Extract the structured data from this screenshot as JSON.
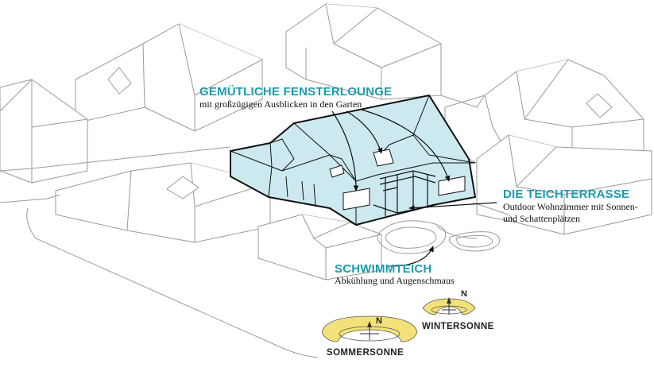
{
  "colors": {
    "accent_text": "#1d9bab",
    "house_fill": "#cce9ef",
    "sun_fill": "#f3e27a",
    "outline": "#111111",
    "neighbour_line": "#9a9a9a"
  },
  "callouts": {
    "lounge": {
      "title": "GEMÜTLICHE FENSTERLOUNGE",
      "text": "mit großzügigen Ausblicken in den Garten"
    },
    "terrace": {
      "title": "DIE TEICHTERRASSE",
      "text_line1": "Outdoor Wohnzimmer mit Sonnen-",
      "text_line2": "und Schattenplätzen"
    },
    "pond": {
      "title": "SCHWIMMTEICH",
      "text": "Abkühlung und Augenschmaus"
    }
  },
  "sun_diagrams": {
    "summer": {
      "label": "SOMMERSONNE",
      "north": "N"
    },
    "winter": {
      "label": "WINTERSONNE",
      "north": "N"
    }
  }
}
